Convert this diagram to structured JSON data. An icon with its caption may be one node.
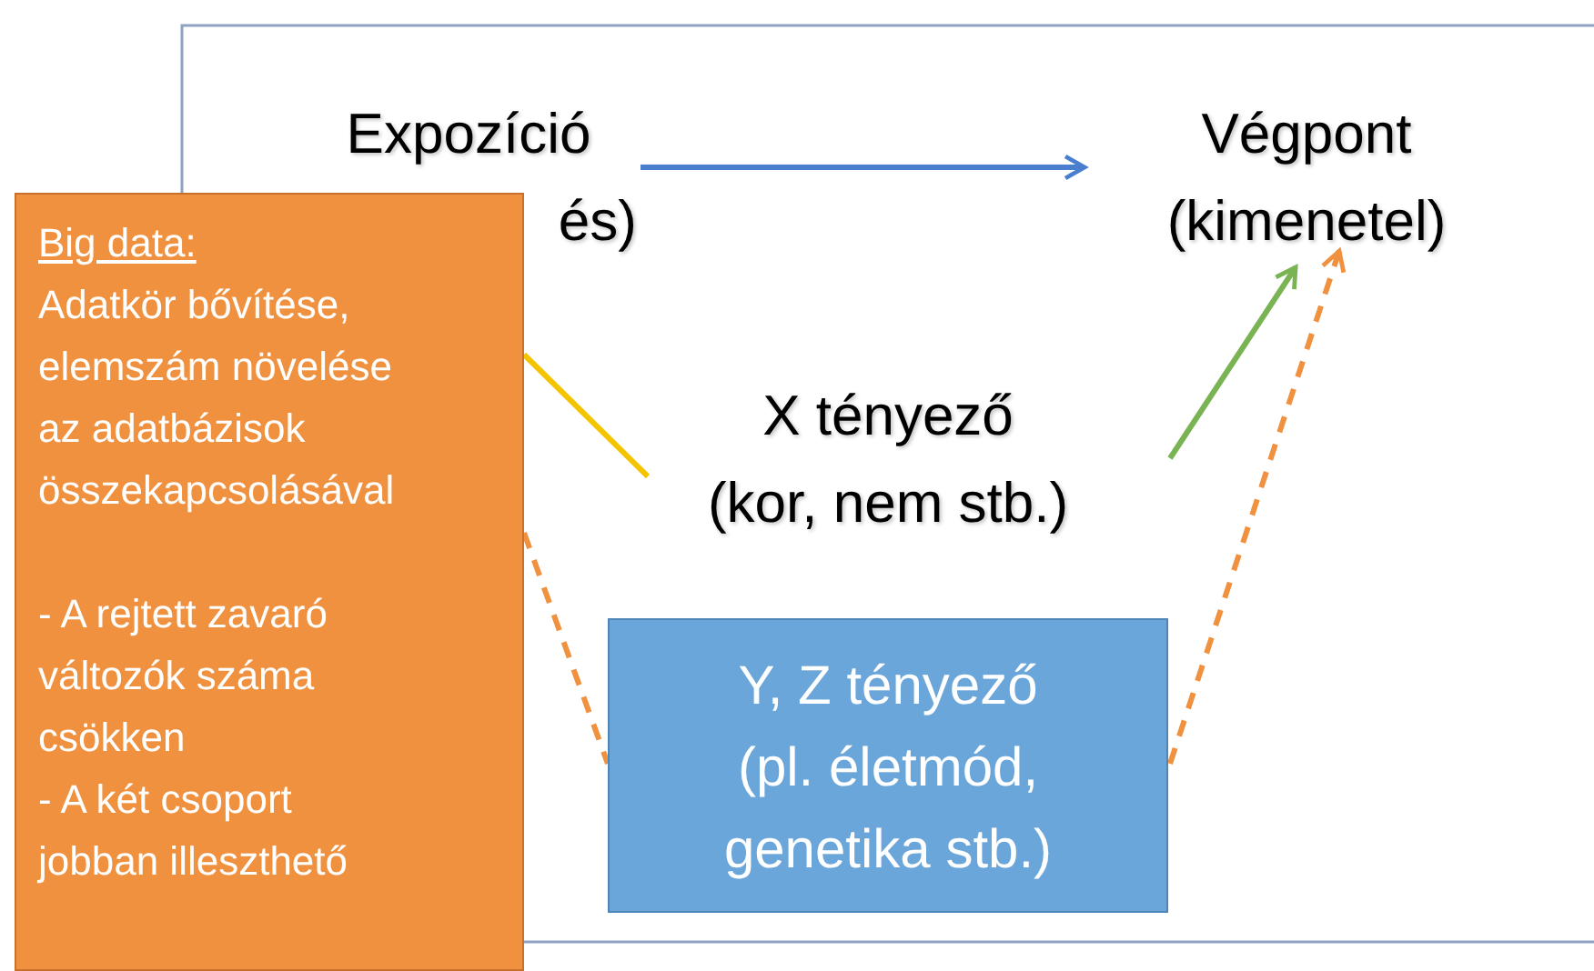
{
  "diagram": {
    "nodes": [
      {
        "text": [
          "Expozíció",
          "és)"
        ]
      },
      {
        "text": [
          "Végpont",
          "(kimenetel)"
        ]
      },
      {
        "text": [
          "Big data:",
          "Adatkör bővítése, elemszám növelése az adatbázisok összekapcsolásával",
          "- A rejtett zavaró változók száma csökken",
          "- A két csoport jobban illeszthető"
        ]
      },
      {
        "text": [
          "X tényező",
          "(kor, nem stb.)"
        ]
      },
      {
        "text": [
          "Y, Z tényező",
          "(pl. életmód, genetika stb.)"
        ]
      }
    ],
    "edges": [
      {
        "from": 0,
        "to": 1,
        "arrow": "to",
        "color": "#4a7fd0"
      },
      {
        "from": 2,
        "to": 3,
        "arrow": "none",
        "color": "#f5c400"
      },
      {
        "from": 2,
        "to": 4,
        "arrow": "none",
        "style": "dashed",
        "color": "#f0913f"
      },
      {
        "from": 3,
        "to": 1,
        "arrow": "to",
        "color": "#79b354"
      },
      {
        "from": 4,
        "to": 1,
        "arrow": "to",
        "style": "dashed",
        "color": "#f0913f"
      }
    ]
  }
}
